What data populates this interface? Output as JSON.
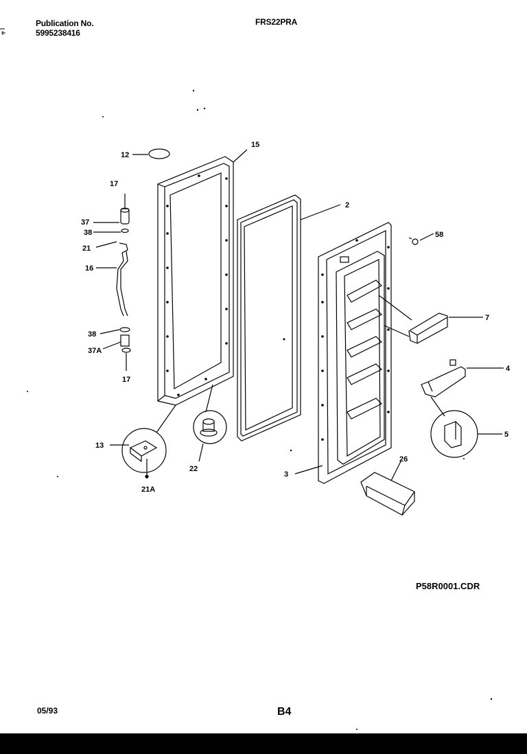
{
  "header": {
    "publication_label": "Publication No.",
    "publication_number": "5995238416",
    "model": "FRS22PRA"
  },
  "footer": {
    "date": "05/93",
    "page_code": "B4",
    "file_name": "P58R0001.CDR"
  },
  "callouts": {
    "c12": "12",
    "c15": "15",
    "c17a": "17",
    "c37": "37",
    "c38a": "38",
    "c21": "21",
    "c16": "16",
    "c38b": "38",
    "c37a": "37A",
    "c17b": "17",
    "c2": "2",
    "c58": "58",
    "c7": "7",
    "c4": "4",
    "c5": "5",
    "c13": "13",
    "c21a": "21A",
    "c22": "22",
    "c3": "3",
    "c26": "26"
  }
}
